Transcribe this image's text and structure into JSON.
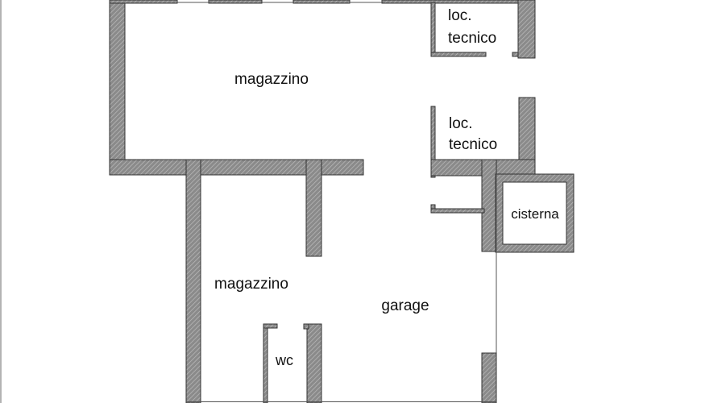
{
  "plan": {
    "wall_fill": "#8a8a8a",
    "wall_hatch": "#bdbdbd",
    "rooms": [
      {
        "id": "magazzino-upper",
        "label_lines": [
          "magazzino"
        ]
      },
      {
        "id": "loc-tecnico-upper",
        "label_lines": [
          "loc.",
          "tecnico"
        ]
      },
      {
        "id": "loc-tecnico-lower",
        "label_lines": [
          "loc.",
          "tecnico"
        ]
      },
      {
        "id": "cisterna",
        "label_lines": [
          "cisterna"
        ]
      },
      {
        "id": "magazzino-lower",
        "label_lines": [
          "magazzino"
        ]
      },
      {
        "id": "garage",
        "label_lines": [
          "garage"
        ]
      },
      {
        "id": "wc",
        "label_lines": [
          "wc"
        ]
      }
    ]
  }
}
